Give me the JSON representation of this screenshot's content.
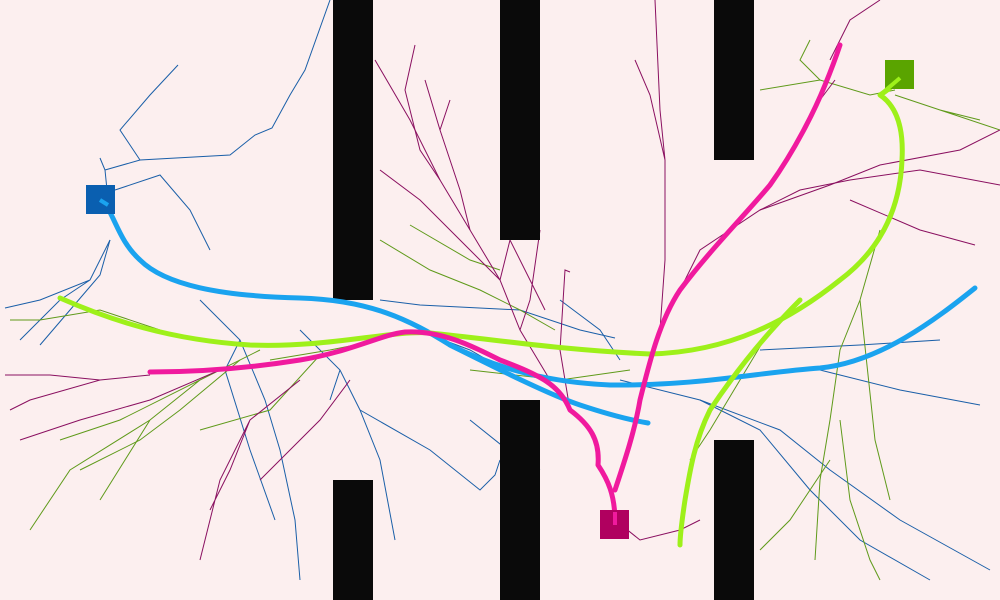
{
  "colors": {
    "background": "#fcefef",
    "wall": "#0a0a0a",
    "blue_start": "#0a5fb0",
    "blue_tree": "#1a5fa8",
    "blue_path": "#1aa3ef",
    "green_start": "#5aa400",
    "green_tree": "#5f9a1a",
    "green_path": "#9ef01a",
    "magenta_start": "#b0005f",
    "magenta_tree": "#8a1060",
    "magenta_path": "#f01a9e"
  },
  "agents": [
    {
      "name": "blue",
      "start_marker": "blue-start-marker",
      "tree": "blue-exploration-tree",
      "path": "blue-solution-path"
    },
    {
      "name": "green",
      "start_marker": "green-start-marker",
      "tree": "green-exploration-tree",
      "path": "green-solution-path"
    },
    {
      "name": "magenta",
      "start_marker": "magenta-start-marker",
      "tree": "magenta-exploration-tree",
      "path": "magenta-solution-path"
    }
  ]
}
